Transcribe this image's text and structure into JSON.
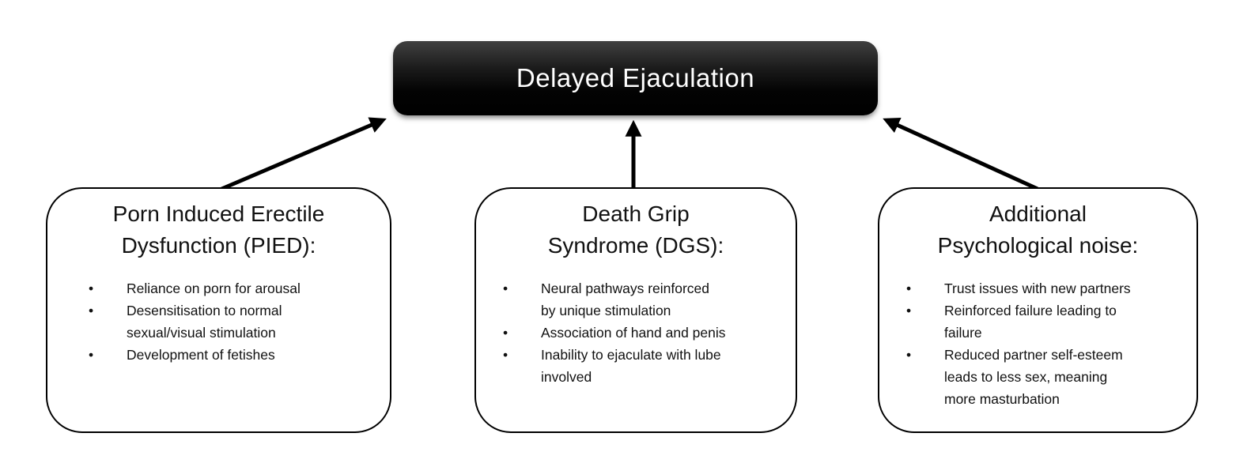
{
  "diagram": {
    "bullet_marker": "•",
    "title_box": {
      "label": "Delayed Ejaculation"
    },
    "causes": [
      {
        "id": "pied",
        "title_lines": [
          "Porn Induced Erectile",
          "Dysfunction (PIED):"
        ],
        "bullets": [
          "Reliance on porn for arousal",
          "Desensitisation to normal\nsexual/visual stimulation",
          "Development of fetishes"
        ]
      },
      {
        "id": "dgs",
        "title_lines": [
          "Death Grip",
          "Syndrome (DGS):"
        ],
        "bullets": [
          "Neural pathways reinforced\nby unique stimulation",
          "Association of hand and penis",
          "Inability to ejaculate with lube\ninvolved"
        ]
      },
      {
        "id": "psych-noise",
        "title_lines": [
          "Additional",
          "Psychological noise:"
        ],
        "bullets": [
          "Trust issues with new partners",
          "Reinforced failure leading to\nfailure",
          "Reduced partner self-esteem\nleads to less sex, meaning\nmore masturbation"
        ]
      }
    ],
    "connections": [
      {
        "from": "pied",
        "to": "delayed-ejaculation"
      },
      {
        "from": "dgs",
        "to": "delayed-ejaculation"
      },
      {
        "from": "psych-noise",
        "to": "delayed-ejaculation"
      }
    ],
    "colors": {
      "background": "#ffffff",
      "title_box_bg_top": "#404040",
      "title_box_bg_bottom": "#000000",
      "title_box_text": "#ffffff",
      "cause_box_bg": "#ffffff",
      "cause_box_border": "#000000",
      "body_text": "#111111",
      "arrow": "#000000"
    }
  }
}
